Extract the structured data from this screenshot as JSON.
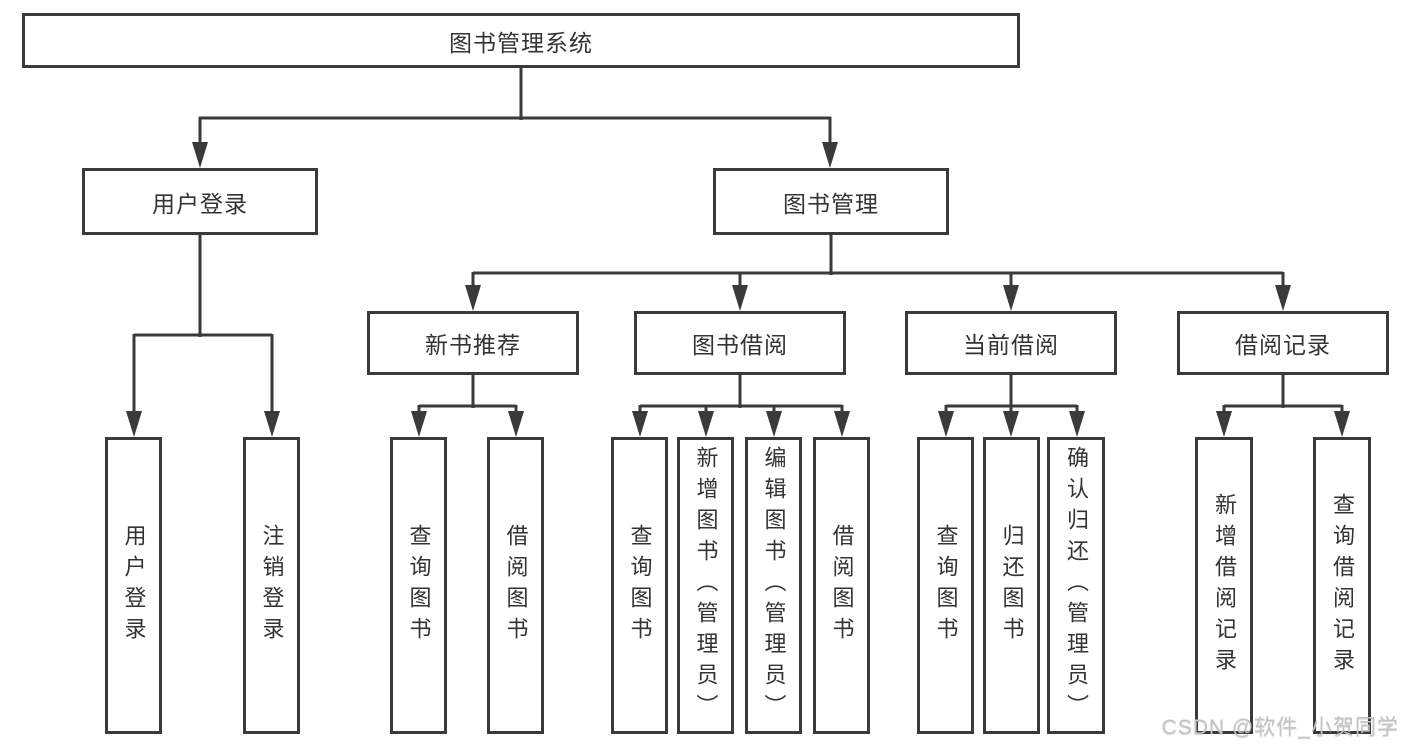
{
  "diagram_title": "图书管理系统",
  "nodes": {
    "root": {
      "label": "图书管理系统"
    },
    "user_login": {
      "label": "用户登录"
    },
    "book_mgmt": {
      "label": "图书管理"
    },
    "new_book_rec": {
      "label": "新书推荐"
    },
    "book_borrow": {
      "label": "图书借阅"
    },
    "current_borrow": {
      "label": "当前借阅"
    },
    "borrow_records": {
      "label": "借阅记录"
    },
    "leaf_user_login": {
      "label": "用户登录"
    },
    "leaf_logout": {
      "label": "注销登录"
    },
    "leaf_query_book_1": {
      "label": "查询图书"
    },
    "leaf_borrow_book_1": {
      "label": "借阅图书"
    },
    "leaf_query_book_2": {
      "label": "查询图书"
    },
    "leaf_add_book_admin": {
      "label": "新增图书（管理员）"
    },
    "leaf_edit_book_admin": {
      "label": "编辑图书（管理员）"
    },
    "leaf_borrow_book_2": {
      "label": "借阅图书"
    },
    "leaf_query_book_3": {
      "label": "查询图书"
    },
    "leaf_return_book": {
      "label": "归还图书"
    },
    "leaf_confirm_return_admin": {
      "label": "确认归还（管理员）"
    },
    "leaf_add_borrow_record": {
      "label": "新增借阅记录"
    },
    "leaf_query_borrow_record": {
      "label": "查询借阅记录"
    }
  },
  "hierarchy": {
    "root": "图书管理系统",
    "children": [
      {
        "label": "用户登录",
        "children": [
          "用户登录",
          "注销登录"
        ]
      },
      {
        "label": "图书管理",
        "children": [
          {
            "label": "新书推荐",
            "children": [
              "查询图书",
              "借阅图书"
            ]
          },
          {
            "label": "图书借阅",
            "children": [
              "查询图书",
              "新增图书（管理员）",
              "编辑图书（管理员）",
              "借阅图书"
            ]
          },
          {
            "label": "当前借阅",
            "children": [
              "查询图书",
              "归还图书",
              "确认归还（管理员）"
            ]
          },
          {
            "label": "借阅记录",
            "children": [
              "新增借阅记录",
              "查询借阅记录"
            ]
          }
        ]
      }
    ]
  },
  "watermark": {
    "text": "CSDN @软件_小贺同学"
  },
  "colors": {
    "line": "#3a3a3a",
    "text": "#333333",
    "background": "#ffffff",
    "watermark": "#c4c4c4"
  }
}
